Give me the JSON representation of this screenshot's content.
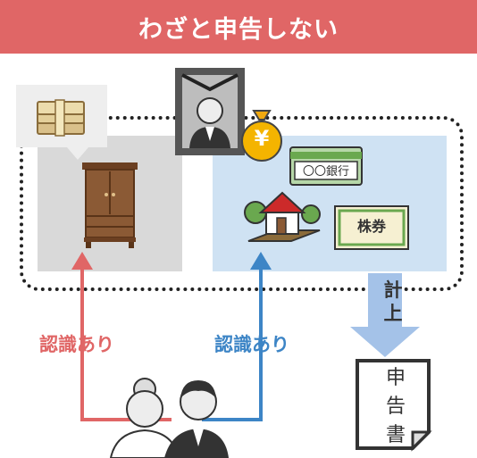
{
  "header": {
    "title": "わざと申告しない"
  },
  "labels": {
    "left_recognition": "認識あり",
    "right_recognition": "認識あり",
    "keijo": "計上",
    "document": "申告書"
  },
  "assets": {
    "bank_book": "〇〇銀行",
    "stock_certificate": "株券",
    "yen_symbol": "¥"
  },
  "colors": {
    "header_bg": "#e06666",
    "recognition_red": "#e06666",
    "recognition_blue": "#3d85c6",
    "left_panel": "#d9d9d9",
    "right_panel": "#cfe2f3",
    "arrow_gray": "#a4c2e8"
  },
  "icons": [
    "money-bundle-icon",
    "cabinet-icon",
    "memorial-portrait-icon",
    "money-bag-icon",
    "bankbook-icon",
    "house-icon",
    "stock-certificate-icon",
    "elderly-couple-icon",
    "document-icon"
  ]
}
